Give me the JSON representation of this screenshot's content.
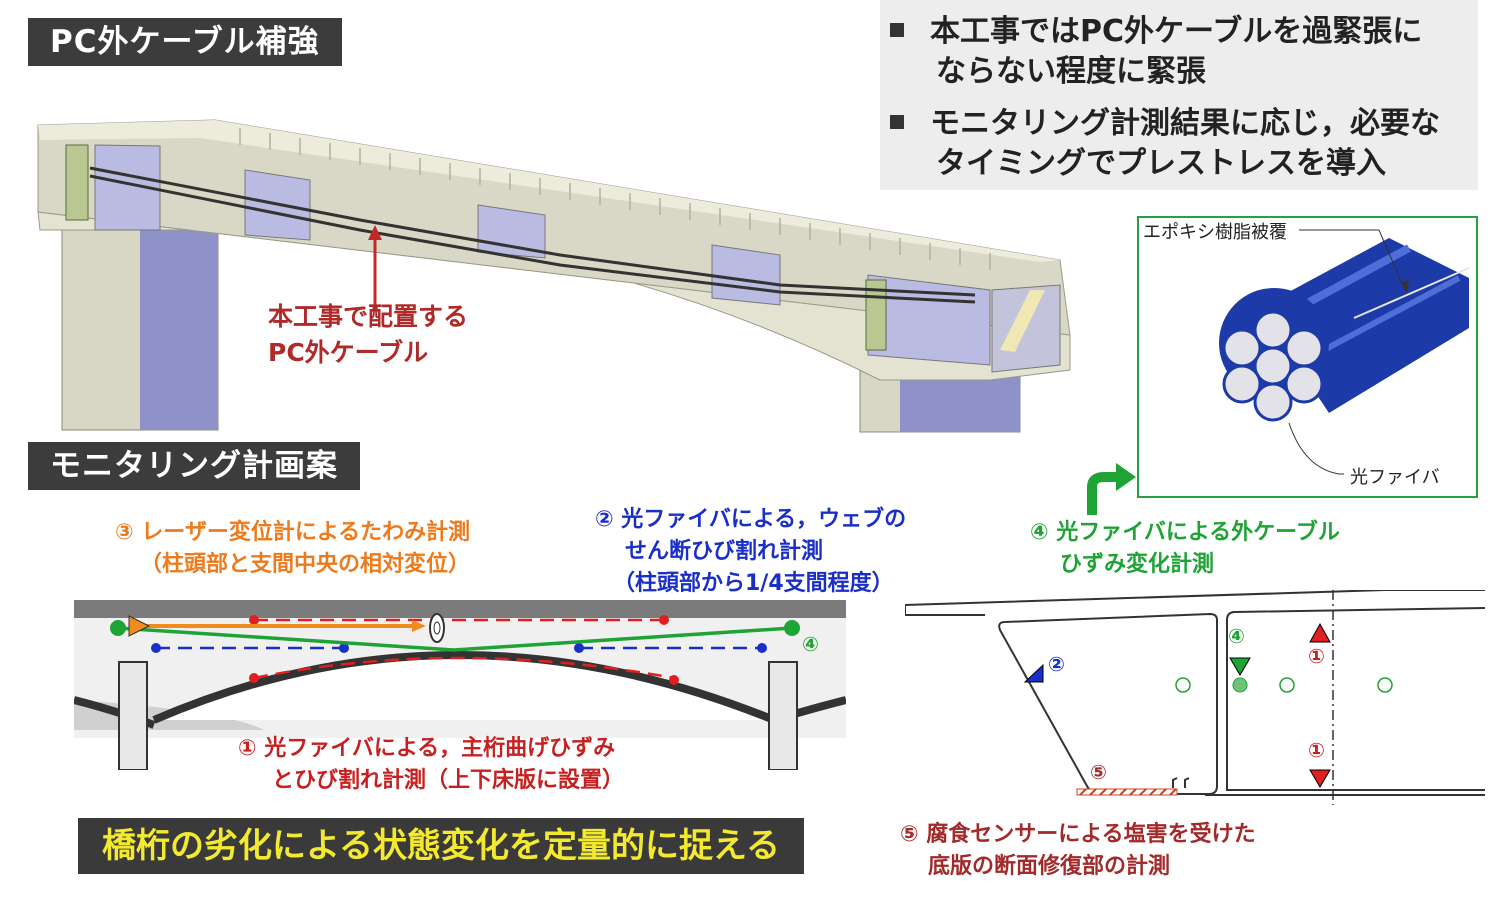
{
  "headers": {
    "reinforcement": "PC外ケーブル補強",
    "monitoring": "モニタリング計画案"
  },
  "notes": {
    "line1": "本工事ではPC外ケーブルを過緊張に",
    "line2": "ならない程度に緊張",
    "line3": "モニタリング計測結果に応じ，必要な",
    "line4": "タイミングでプレストレスを導入"
  },
  "cable_callout": {
    "line1": "本工事で配置する",
    "line2": "PC外ケーブル"
  },
  "inset": {
    "epoxy": "エポキシ樹脂被覆",
    "fiber": "光ファイバ"
  },
  "labels": {
    "m3_line1": "③ レーザー変位計によるたわみ計測",
    "m3_line2": "（柱頭部と支間中央の相対変位）",
    "m2_line1": "② 光ファイバによる，ウェブの",
    "m2_line2": "せん断ひび割れ計測",
    "m2_line3": "（柱頭部から1/4支間程度）",
    "m4_line1": "④ 光ファイバによる外ケーブル",
    "m4_line2": "ひずみ変化計測",
    "m1_line1": "① 光ファイバによる，主桁曲げひずみ",
    "m1_line2": "とひび割れ計測（上下床版に設置）",
    "m5_line1": "⑤ 腐食センサーによる塩害を受けた",
    "m5_line2": "底版の断面修復部の計測"
  },
  "markers": {
    "n1": "①",
    "n2": "②",
    "n4": "④",
    "n5": "⑤"
  },
  "banner": "橋桁の劣化による状態変化を定量的に捉える",
  "colors": {
    "header_bg": "#3c3c3c",
    "red": "#e02020",
    "blue": "#1a2ec8",
    "orange": "#f08c1e",
    "green": "#1ea335",
    "banner_text": "#f3ea2f"
  }
}
